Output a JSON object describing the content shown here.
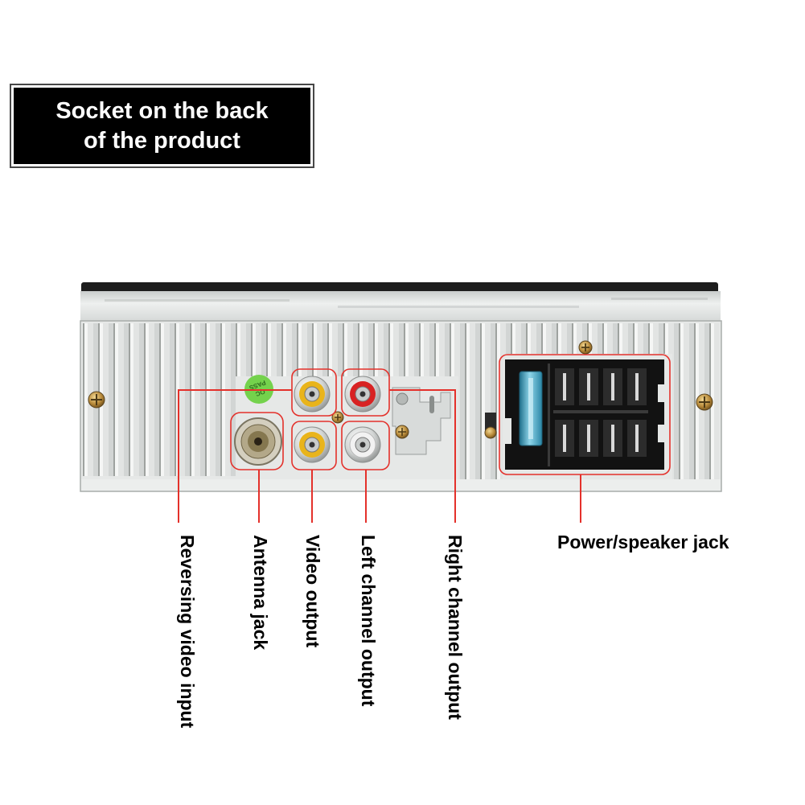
{
  "title": {
    "line1": "Socket on the back",
    "line2": "of the product"
  },
  "sticker": {
    "line1": "QC",
    "line2": "PASS"
  },
  "labels": {
    "reversing_video_input": "Reversing video input",
    "antenna_jack": "Antenna jack",
    "video_output": "Video output",
    "left_channel_output": "Left channel output",
    "right_channel_output": "Right channel output",
    "power_speaker_jack": "Power/speaker jack"
  },
  "colors": {
    "callout": "#e4312b",
    "title_bg": "#000000",
    "rca_yellow": "#e9b41b",
    "rca_red": "#d82222",
    "rca_white": "#f2f2f2",
    "sticker_green": "#74d24c",
    "fuse": "#3fa7c9"
  }
}
